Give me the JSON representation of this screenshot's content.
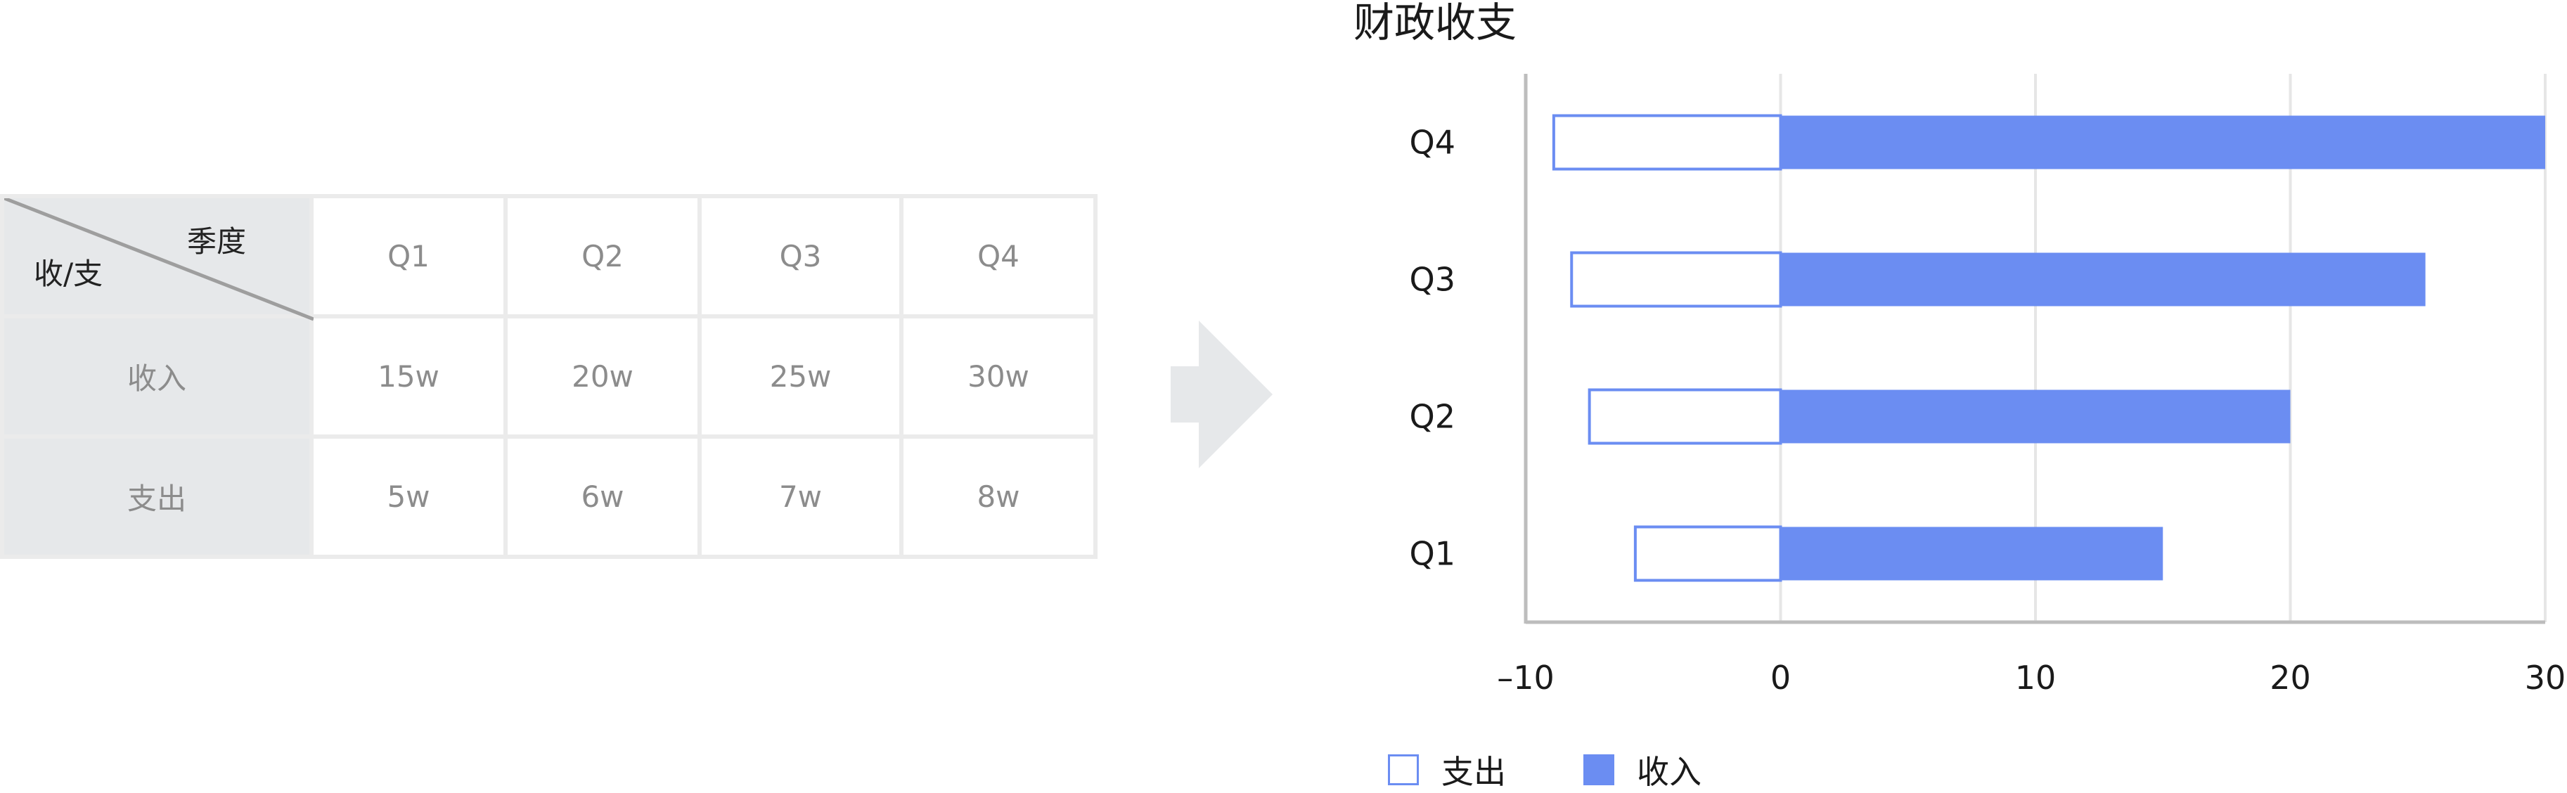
{
  "table": {
    "corner_top": "季度",
    "corner_bottom": "收/支",
    "columns": [
      "Q1",
      "Q2",
      "Q3",
      "Q4"
    ],
    "rows": [
      {
        "label": "收入",
        "cells": [
          "15w",
          "20w",
          "25w",
          "30w"
        ]
      },
      {
        "label": "支出",
        "cells": [
          "5w",
          "6w",
          "7w",
          "8w"
        ]
      }
    ]
  },
  "chart_data": {
    "type": "bar",
    "orientation": "horizontal",
    "title": "财政收支",
    "categories": [
      "Q1",
      "Q2",
      "Q3",
      "Q4"
    ],
    "series": [
      {
        "name": "支出",
        "values": [
          -5.7,
          -7.5,
          -8.2,
          -8.9
        ],
        "color": "#ffffff",
        "stroke": "#6b8df2"
      },
      {
        "name": "收入",
        "values": [
          15,
          20,
          25.3,
          30
        ],
        "color": "#6b8df2"
      }
    ],
    "xlim": [
      -10,
      30
    ],
    "xticks": [
      -10,
      0,
      10,
      20,
      30
    ],
    "xtick_labels": [
      "–10",
      "0",
      "10",
      "20",
      "30"
    ],
    "grid": true,
    "legend": "bottom-left"
  },
  "colors": {
    "accent": "#6b8df2",
    "header_bg": "#e6e8ea",
    "grid": "#e6e6e6",
    "axis": "#bdbdbd"
  }
}
